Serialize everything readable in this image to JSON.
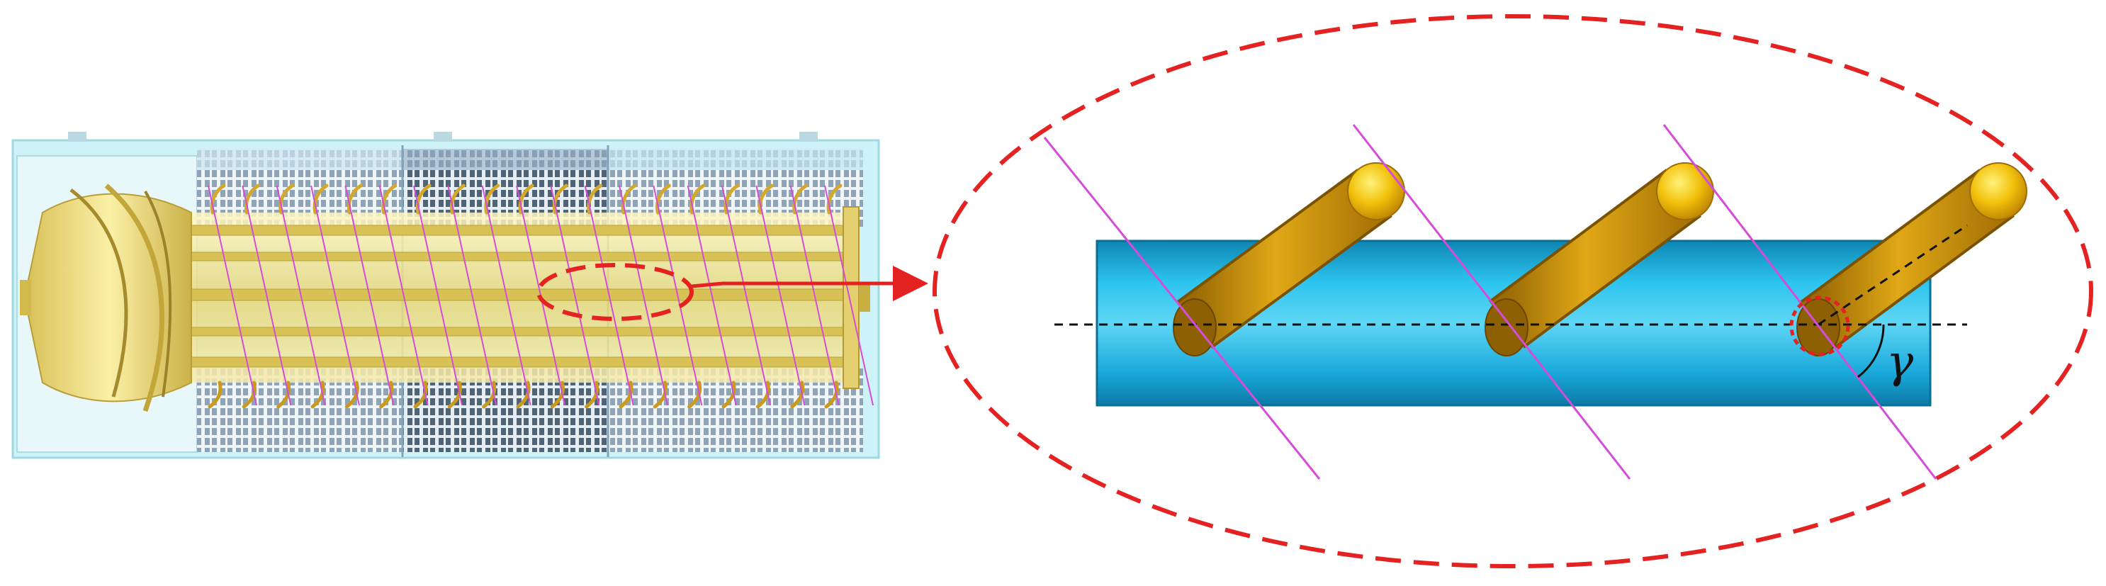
{
  "figure": {
    "angle_symbol": "γ"
  },
  "colors": {
    "highlight_red": "#e52222",
    "cylinder_blue": "#1fb8e6",
    "tooth_gold": "#d9a012",
    "helix_line_magenta": "#d44cd8",
    "housing_cyan": "#bfeff5",
    "auger_yellow": "#eee08a",
    "centerline_black": "#111111"
  },
  "icons": {
    "left_panel": "threshing-drum-machine",
    "right_panel": "drum-shaft-with-teeth-detail"
  }
}
